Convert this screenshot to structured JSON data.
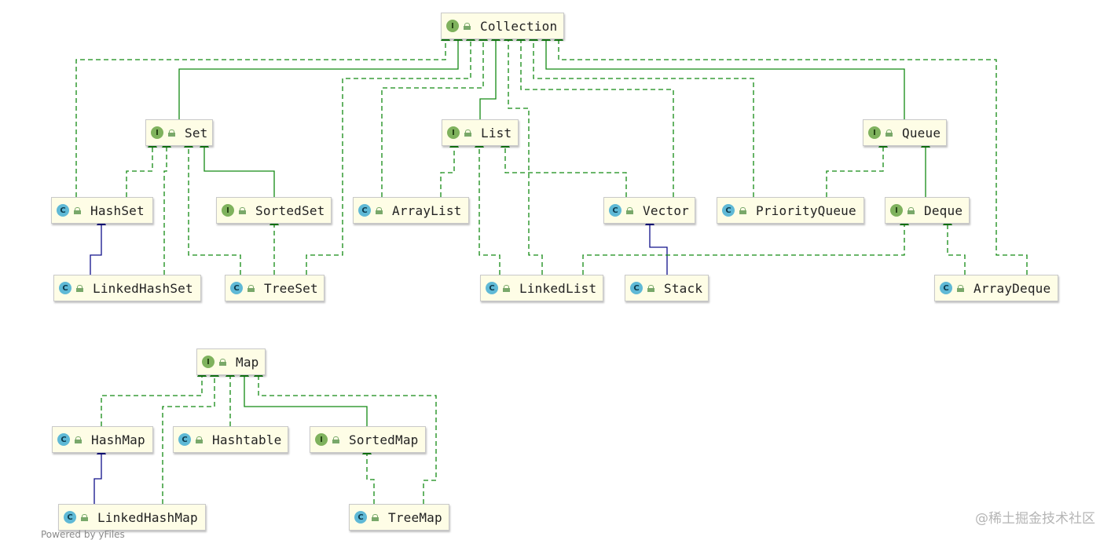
{
  "diagram": {
    "nodes": [
      {
        "id": "collection",
        "kind": "I",
        "label": "Collection"
      },
      {
        "id": "set",
        "kind": "I",
        "label": "Set"
      },
      {
        "id": "list",
        "kind": "I",
        "label": "List"
      },
      {
        "id": "queue",
        "kind": "I",
        "label": "Queue"
      },
      {
        "id": "hashset",
        "kind": "C",
        "label": "HashSet"
      },
      {
        "id": "sortedset",
        "kind": "I",
        "label": "SortedSet"
      },
      {
        "id": "arraylist",
        "kind": "C",
        "label": "ArrayList"
      },
      {
        "id": "vector",
        "kind": "C",
        "label": "Vector"
      },
      {
        "id": "priorityqueue",
        "kind": "C",
        "label": "PriorityQueue"
      },
      {
        "id": "deque",
        "kind": "I",
        "label": "Deque"
      },
      {
        "id": "linkedhashset",
        "kind": "C",
        "label": "LinkedHashSet"
      },
      {
        "id": "treeset",
        "kind": "C",
        "label": "TreeSet"
      },
      {
        "id": "linkedlist",
        "kind": "C",
        "label": "LinkedList"
      },
      {
        "id": "stack",
        "kind": "C",
        "label": "Stack"
      },
      {
        "id": "arraydeque",
        "kind": "C",
        "label": "ArrayDeque"
      },
      {
        "id": "map",
        "kind": "I",
        "label": "Map"
      },
      {
        "id": "hashmap",
        "kind": "C",
        "label": "HashMap"
      },
      {
        "id": "hashtable",
        "kind": "C",
        "label": "Hashtable"
      },
      {
        "id": "sortedmap",
        "kind": "I",
        "label": "SortedMap"
      },
      {
        "id": "linkedhashmap",
        "kind": "C",
        "label": "LinkedHashMap"
      },
      {
        "id": "treemap",
        "kind": "C",
        "label": "TreeMap"
      }
    ],
    "edges": [
      {
        "from": "hashset",
        "to": "collection",
        "type": "implements"
      },
      {
        "from": "set",
        "to": "collection",
        "type": "extends-interface"
      },
      {
        "from": "treeset",
        "to": "collection",
        "type": "implements"
      },
      {
        "from": "arraylist",
        "to": "collection",
        "type": "implements"
      },
      {
        "from": "list",
        "to": "collection",
        "type": "extends-interface"
      },
      {
        "from": "linkedlist",
        "to": "collection",
        "type": "implements"
      },
      {
        "from": "vector",
        "to": "collection",
        "type": "implements"
      },
      {
        "from": "priorityqueue",
        "to": "collection",
        "type": "implements"
      },
      {
        "from": "queue",
        "to": "collection",
        "type": "extends-interface"
      },
      {
        "from": "arraydeque",
        "to": "collection",
        "type": "implements"
      },
      {
        "from": "hashset",
        "to": "set",
        "type": "implements"
      },
      {
        "from": "linkedhashset",
        "to": "set",
        "type": "implements"
      },
      {
        "from": "treeset",
        "to": "set",
        "type": "implements"
      },
      {
        "from": "sortedset",
        "to": "set",
        "type": "extends-interface"
      },
      {
        "from": "treeset",
        "to": "sortedset",
        "type": "implements"
      },
      {
        "from": "linkedhashset",
        "to": "hashset",
        "type": "extends-class"
      },
      {
        "from": "arraylist",
        "to": "list",
        "type": "implements"
      },
      {
        "from": "linkedlist",
        "to": "list",
        "type": "implements"
      },
      {
        "from": "vector",
        "to": "list",
        "type": "implements"
      },
      {
        "from": "stack",
        "to": "vector",
        "type": "extends-class"
      },
      {
        "from": "priorityqueue",
        "to": "queue",
        "type": "implements"
      },
      {
        "from": "deque",
        "to": "queue",
        "type": "extends-interface"
      },
      {
        "from": "linkedlist",
        "to": "deque",
        "type": "implements"
      },
      {
        "from": "arraydeque",
        "to": "deque",
        "type": "implements"
      },
      {
        "from": "hashmap",
        "to": "map",
        "type": "implements"
      },
      {
        "from": "linkedhashmap",
        "to": "map",
        "type": "implements"
      },
      {
        "from": "hashtable",
        "to": "map",
        "type": "implements"
      },
      {
        "from": "sortedmap",
        "to": "map",
        "type": "extends-interface"
      },
      {
        "from": "treemap",
        "to": "map",
        "type": "implements"
      },
      {
        "from": "linkedhashmap",
        "to": "hashmap",
        "type": "extends-class"
      },
      {
        "from": "treemap",
        "to": "sortedmap",
        "type": "implements"
      }
    ],
    "colors": {
      "implements": "#138a13",
      "extends_interface": "#138a13",
      "extends_class": "#10108a",
      "node_fill": "#fefde6",
      "interface_badge": "#7fb25d",
      "class_badge": "#5fb9d6"
    }
  },
  "footer": {
    "text": "Powered by yFiles"
  },
  "watermark": {
    "text": "@稀土掘金技术社区"
  }
}
